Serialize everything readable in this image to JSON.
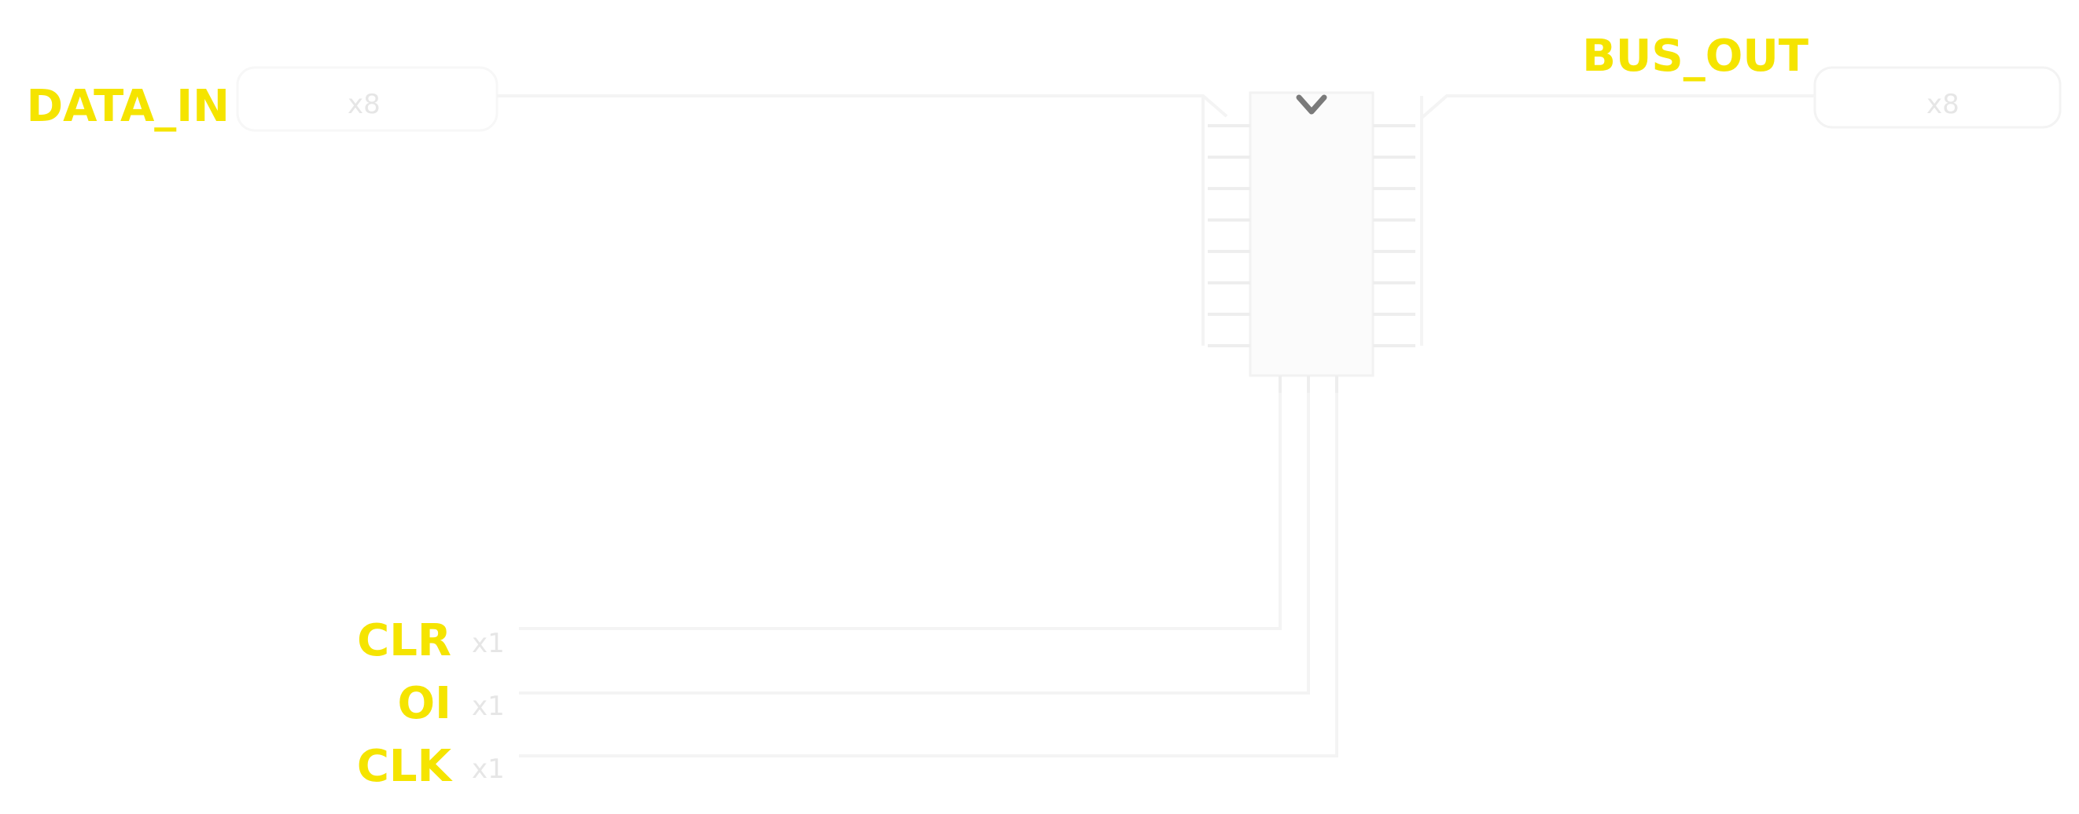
{
  "colors": {
    "label": "#f5e400",
    "wire": "#f4f4f4",
    "chip_body": "#fbfbfb",
    "chip_pin": "#eeeeee",
    "bitwidth_text": "#e6e6e6",
    "chip_mark": "#7a7a7a",
    "background": "#ffffff"
  },
  "inputs": {
    "data_in": {
      "label": "DATA_IN",
      "bits": "x8"
    },
    "clr": {
      "label": "CLR",
      "bits": "x1"
    },
    "oi": {
      "label": "OI",
      "bits": "x1"
    },
    "clk": {
      "label": "CLK",
      "bits": "x1"
    }
  },
  "outputs": {
    "bus_out": {
      "label": "BUS_OUT",
      "bits": "x8"
    }
  },
  "chip": {
    "icon": "chevron-down-icon",
    "data_pins": 8,
    "control_pins": 3
  }
}
